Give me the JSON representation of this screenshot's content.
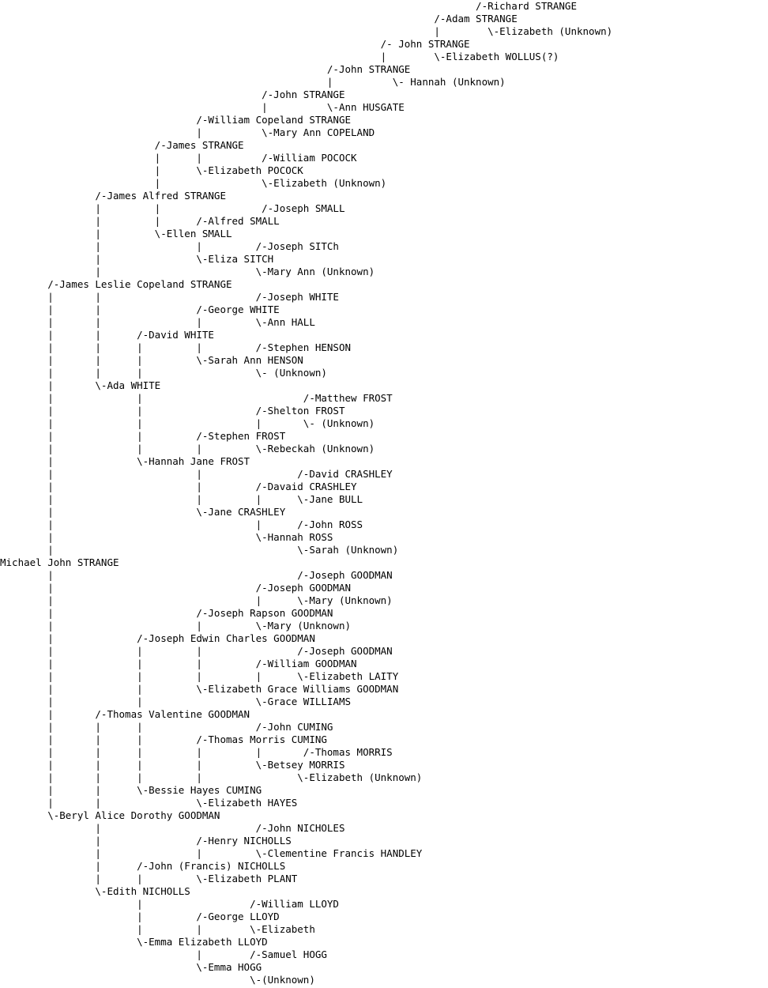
{
  "tree_lines": [
    "                                                                                /-Richard STRANGE",
    "                                                                         /-Adam STRANGE",
    "                                                                         |        \\-Elizabeth (Unknown)",
    "                                                                /- John STRANGE",
    "                                                                |        \\-Elizabeth WOLLUS(?)",
    "                                                       /-John STRANGE",
    "                                                       |          \\- Hannah (Unknown)",
    "                                            /-John STRANGE",
    "                                            |          \\-Ann HUSGATE",
    "                                 /-William Copeland STRANGE",
    "                                 |          \\-Mary Ann COPELAND",
    "                          /-James STRANGE",
    "                          |      |          /-William POCOCK",
    "                          |      \\-Elizabeth POCOCK",
    "                          |                 \\-Elizabeth (Unknown)",
    "                /-James Alfred STRANGE",
    "                |         |                 /-Joseph SMALL",
    "                |         |      /-Alfred SMALL",
    "                |         \\-Ellen SMALL",
    "                |                |         /-Joseph SITCh",
    "                |                \\-Eliza SITCH",
    "                |                          \\-Mary Ann (Unknown)",
    "        /-James Leslie Copeland STRANGE",
    "        |       |                          /-Joseph WHITE",
    "        |       |                /-George WHITE",
    "        |       |                |         \\-Ann HALL",
    "        |       |      /-David WHITE",
    "        |       |      |         |         /-Stephen HENSON",
    "        |       |      |         \\-Sarah Ann HENSON",
    "        |       |      |                   \\- (Unknown)",
    "        |       \\-Ada WHITE",
    "        |              |                           /-Matthew FROST",
    "        |              |                   /-Shelton FROST",
    "        |              |                   |       \\- (Unknown)",
    "        |              |         /-Stephen FROST",
    "        |              |         |         \\-Rebeckah (Unknown)",
    "        |              \\-Hannah Jane FROST",
    "        |                        |                /-David CRASHLEY",
    "        |                        |         /-Davaid CRASHLEY",
    "        |                        |         |      \\-Jane BULL",
    "        |                        \\-Jane CRASHLEY",
    "        |                                  |      /-John ROSS",
    "        |                                  \\-Hannah ROSS",
    "        |                                         \\-Sarah (Unknown)",
    "Michael John STRANGE",
    "        |                                         /-Joseph GOODMAN",
    "        |                                  /-Joseph GOODMAN",
    "        |                                  |      \\-Mary (Unknown)",
    "        |                        /-Joseph Rapson GOODMAN",
    "        |                        |         \\-Mary (Unknown)",
    "        |              /-Joseph Edwin Charles GOODMAN",
    "        |              |         |                /-Joseph GOODMAN",
    "        |              |         |         /-William GOODMAN",
    "        |              |         |         |      \\-Elizabeth LAITY",
    "        |              |         \\-Elizabeth Grace Williams GOODMAN",
    "        |              |                   \\-Grace WILLIAMS",
    "        |       /-Thomas Valentine GOODMAN",
    "        |       |      |                   /-John CUMING",
    "        |       |      |         /-Thomas Morris CUMING",
    "        |       |      |         |         |       /-Thomas MORRIS",
    "        |       |      |         |         \\-Betsey MORRIS",
    "        |       |      |         |                \\-Elizabeth (Unknown)",
    "        |       |      \\-Bessie Hayes CUMING",
    "        |       |                \\-Elizabeth HAYES",
    "        \\-Beryl Alice Dorothy GOODMAN",
    "                |                          /-John NICHOLES",
    "                |                /-Henry NICHOLLS",
    "                |                |         \\-Clementine Francis HANDLEY",
    "                |      /-John (Francis) NICHOLLS",
    "                |      |         \\-Elizabeth PLANT",
    "                \\-Edith NICHOLLS",
    "                       |                  /-William LLOYD",
    "                       |         /-George LLOYD",
    "                       |         |        \\-Elizabeth",
    "                       \\-Emma Elizabeth LLOYD",
    "                                 |        /-Samuel HOGG",
    "                                 \\-Emma HOGG",
    "                                          \\-(Unknown)"
  ]
}
